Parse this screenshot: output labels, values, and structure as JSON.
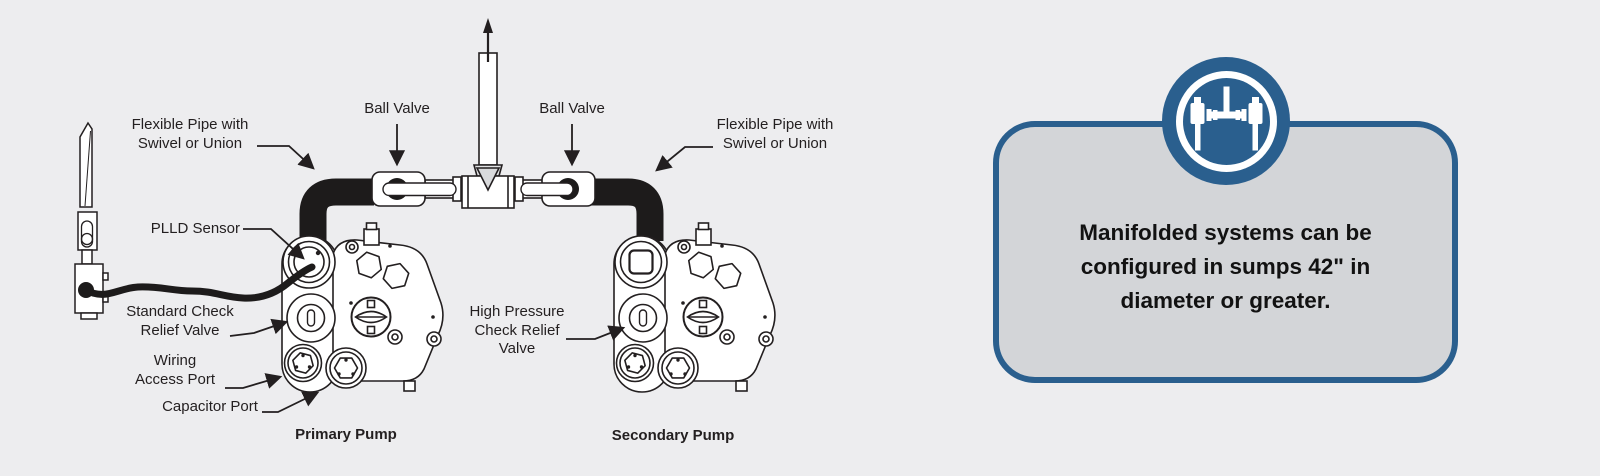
{
  "background_color": "#ededef",
  "diagram": {
    "ink_color": "#231f20",
    "pipe_color": "#1d1b1b",
    "labels": {
      "flexible_pipe_left": "Flexible Pipe with\nSwivel or Union",
      "ball_valve_left": "Ball Valve",
      "ball_valve_right": "Ball Valve",
      "flexible_pipe_right": "Flexible Pipe with\nSwivel or Union",
      "plld_sensor": "PLLD Sensor",
      "standard_check_relief_valve": "Standard Check\nRelief Valve",
      "wiring_access_port": "Wiring\nAccess Port",
      "capacitor_port": "Capacitor Port",
      "high_pressure_check_relief_valve": "High Pressure\nCheck Relief\nValve",
      "primary_pump": "Primary Pump",
      "secondary_pump": "Secondary Pump"
    }
  },
  "callout": {
    "icon": "manifolded-pumps-icon",
    "accent_color": "#2a5f8e",
    "fill_color": "#d3d5d8",
    "lines": [
      "Manifolded systems can be",
      "configured in sumps 42\" in",
      "diameter or greater."
    ]
  }
}
